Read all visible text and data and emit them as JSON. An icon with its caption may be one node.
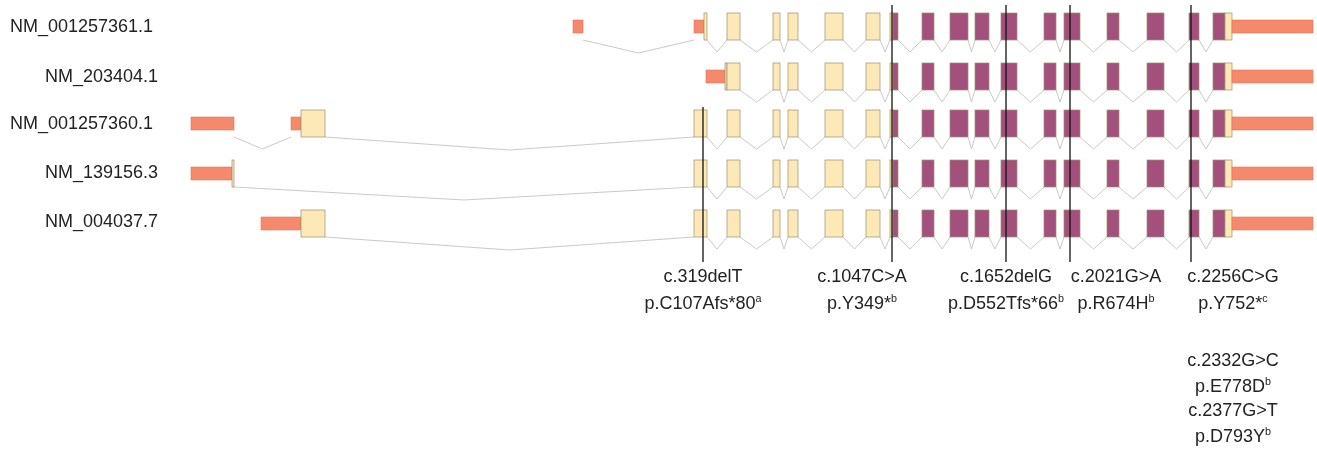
{
  "diagram": {
    "nodes": [
      {
        "text": [
          "c.319delT",
          "p.C107Afs*80$^{a}$"
        ]
      },
      {
        "text": [
          "c.1047C>A",
          "p.Y349*$^{b}$"
        ]
      },
      {
        "text": [
          "c.1652delG",
          "p.D552Tfs*66$^{b}$"
        ]
      },
      {
        "text": [
          "c.2021G>A",
          "p.R674H$^{b}$"
        ]
      },
      {
        "text": [
          "c.2256C>G",
          "p.Y752*$^{c}$"
        ]
      }
    ],
    "edges": [
      {
        "from": 0,
        "to": null,
        "arrow": "none"
      },
      {
        "from": 1,
        "to": null,
        "arrow": "none"
      },
      {
        "from": 2,
        "to": null,
        "arrow": "none"
      },
      {
        "from": 3,
        "to": null,
        "arrow": "none"
      },
      {
        "from": 4,
        "to": null,
        "arrow": "none"
      }
    ],
    "labels": [
      "NM_001257361.1",
      "NM_203404.1",
      "NM_001257360.1",
      "NM_139156.3",
      "NM_004037.7",
      "c.2332G>C",
      "p.E778D$^{b}$",
      "c.2377G>T",
      "p.D793Y$^{b}$"
    ]
  }
}
